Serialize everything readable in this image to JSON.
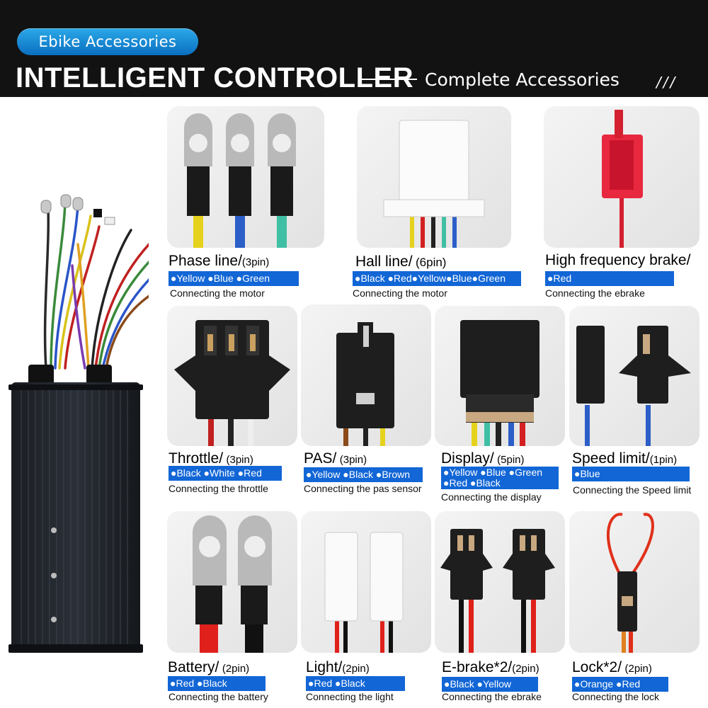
{
  "header": {
    "badge": "Ebike Accessories",
    "title": "INTELLIGENT CONTROLLER",
    "subtitle": "Complete Accessories",
    "slashes": "///"
  },
  "connectors": [
    {
      "name": "Phase line/",
      "pins": "(3pin)",
      "colors": "●Yellow ●Blue ●Green",
      "desc": "Connecting the motor"
    },
    {
      "name": "Hall line/",
      "pins": "(6pin)",
      "colors": "●Black ●Red●Yellow●Blue●Green",
      "desc": "Connecting the motor"
    },
    {
      "name": "High frequency brake/",
      "pins": "",
      "colors": "●Red",
      "desc": "Connecting the ebrake"
    },
    {
      "name": "Throttle/",
      "pins": "(3pin)",
      "colors": "●Black ●White ●Red",
      "desc": "Connecting the throttle"
    },
    {
      "name": "PAS/",
      "pins": "(3pin)",
      "colors": "●Yellow ●Black ●Brown",
      "desc": "Connecting the pas sensor"
    },
    {
      "name": "Display/",
      "pins": "(5pin)",
      "colors": "●Yellow ●Blue ●Green ●Red  ●Black",
      "desc": "Connecting the display"
    },
    {
      "name": "Speed limit/",
      "pins": "(1pin)",
      "colors": "●Blue",
      "desc": "Connecting the Speed limit"
    },
    {
      "name": "Battery/",
      "pins": "(2pin)",
      "colors": "●Red  ●Black",
      "desc": "Connecting the battery"
    },
    {
      "name": "Light/",
      "pins": "(2pin)",
      "colors": "●Red ●Black",
      "desc": "Connecting the light"
    },
    {
      "name": "E-brake*2/",
      "pins": "(2pin)",
      "colors": "●Black ●Yellow",
      "desc": "Connecting the ebrake"
    },
    {
      "name": "Lock*2/",
      "pins": "(2pin)",
      "colors": "●Orange  ●Red",
      "desc": "Connecting the lock"
    }
  ],
  "colors": {
    "header_bg": "#121212",
    "badge": "#1a8ad8",
    "label_bar": "#1266d6",
    "tile_bg": "#e8e8e8"
  }
}
